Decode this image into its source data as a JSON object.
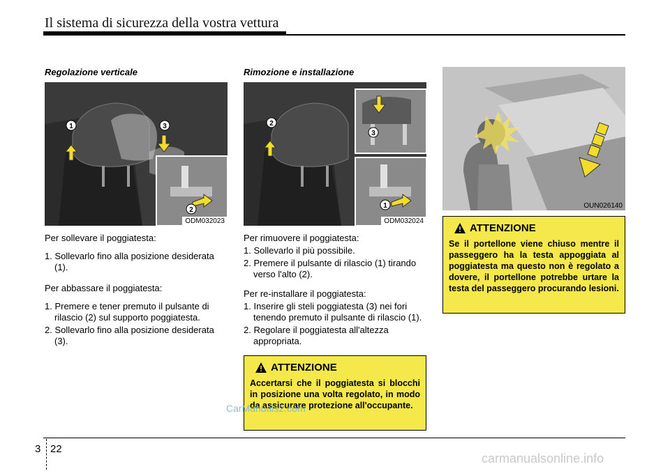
{
  "header": {
    "title": "Il sistema di sicurezza della vostra vettura"
  },
  "col1": {
    "title": "Regolazione verticale",
    "photo_code": "ODM032023",
    "intro1": "Per sollevare il poggiatesta:",
    "steps1": [
      "1. Sollevarlo fino alla posizione desiderata (1)."
    ],
    "intro2": "Per abbassare il poggiatesta:",
    "steps2": [
      "1. Premere e tener premuto il pulsante di rilascio (2) sul supporto poggiatesta.",
      "2. Sollevarlo fino alla posizione desiderata (3)."
    ],
    "callouts": [
      "1",
      "2",
      "3"
    ]
  },
  "col2": {
    "title": "Rimozione e installazione",
    "photo_code": "ODM032024",
    "intro1": "Per rimuovere il poggiatesta:",
    "steps1": [
      "1. Sollevarlo il più possibile.",
      "2. Premere il pulsante di rilascio (1) tirando verso l'alto (2)."
    ],
    "intro2": "Per re-installare il poggiatesta:",
    "steps2": [
      "1. Inserire gli steli poggiatesta (3) nei fori tenendo premuto il pulsante di rilascio (1).",
      "2. Regolare il poggiatesta all'altezza appropriata."
    ],
    "callouts": [
      "1",
      "2",
      "3"
    ],
    "warning": {
      "label": "ATTENZIONE",
      "text": "Accertarsi che il poggiatesta si blocchi in posizione una volta regolato, in modo da assicurare protezione all'occupante."
    }
  },
  "col3": {
    "photo_code": "OUN026140",
    "warning": {
      "label": "ATTENZIONE",
      "text": "Se il portellone viene chiuso mentre il passeggero ha la testa appoggiata al poggiatesta ma questo non è regolato a dovere, il portellone potrebbe urtare la testa del passeggero procurando lesioni."
    }
  },
  "footer": {
    "chapter": "3",
    "page": "22"
  },
  "watermarks": {
    "small": "CarManuals2.com",
    "big": "carmanualsonline.info"
  },
  "colors": {
    "warning_bg": "#f5e84a",
    "arrow": "#f2dc2a"
  }
}
